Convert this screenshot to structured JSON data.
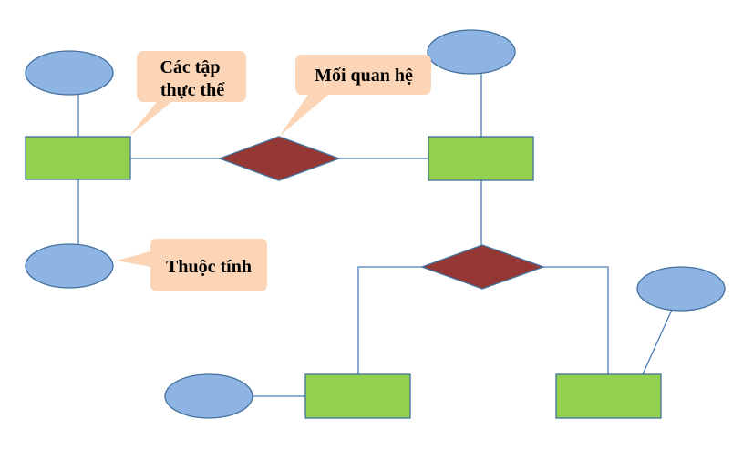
{
  "callouts": {
    "entity_sets": {
      "line1": "Các tập",
      "line2": "thực thể"
    },
    "relationship": {
      "line1": "Mối quan hệ"
    },
    "attribute": {
      "line1": "Thuộc tính"
    }
  },
  "colors": {
    "entity_fill": "#92d050",
    "entity_stroke": "#41719c",
    "attribute_fill": "#8eb4e3",
    "attribute_stroke": "#41719c",
    "relationship_fill": "#953735",
    "relationship_stroke": "#41719c",
    "connector": "#4a7ebb",
    "callout_fill": "#fbd5b5"
  }
}
